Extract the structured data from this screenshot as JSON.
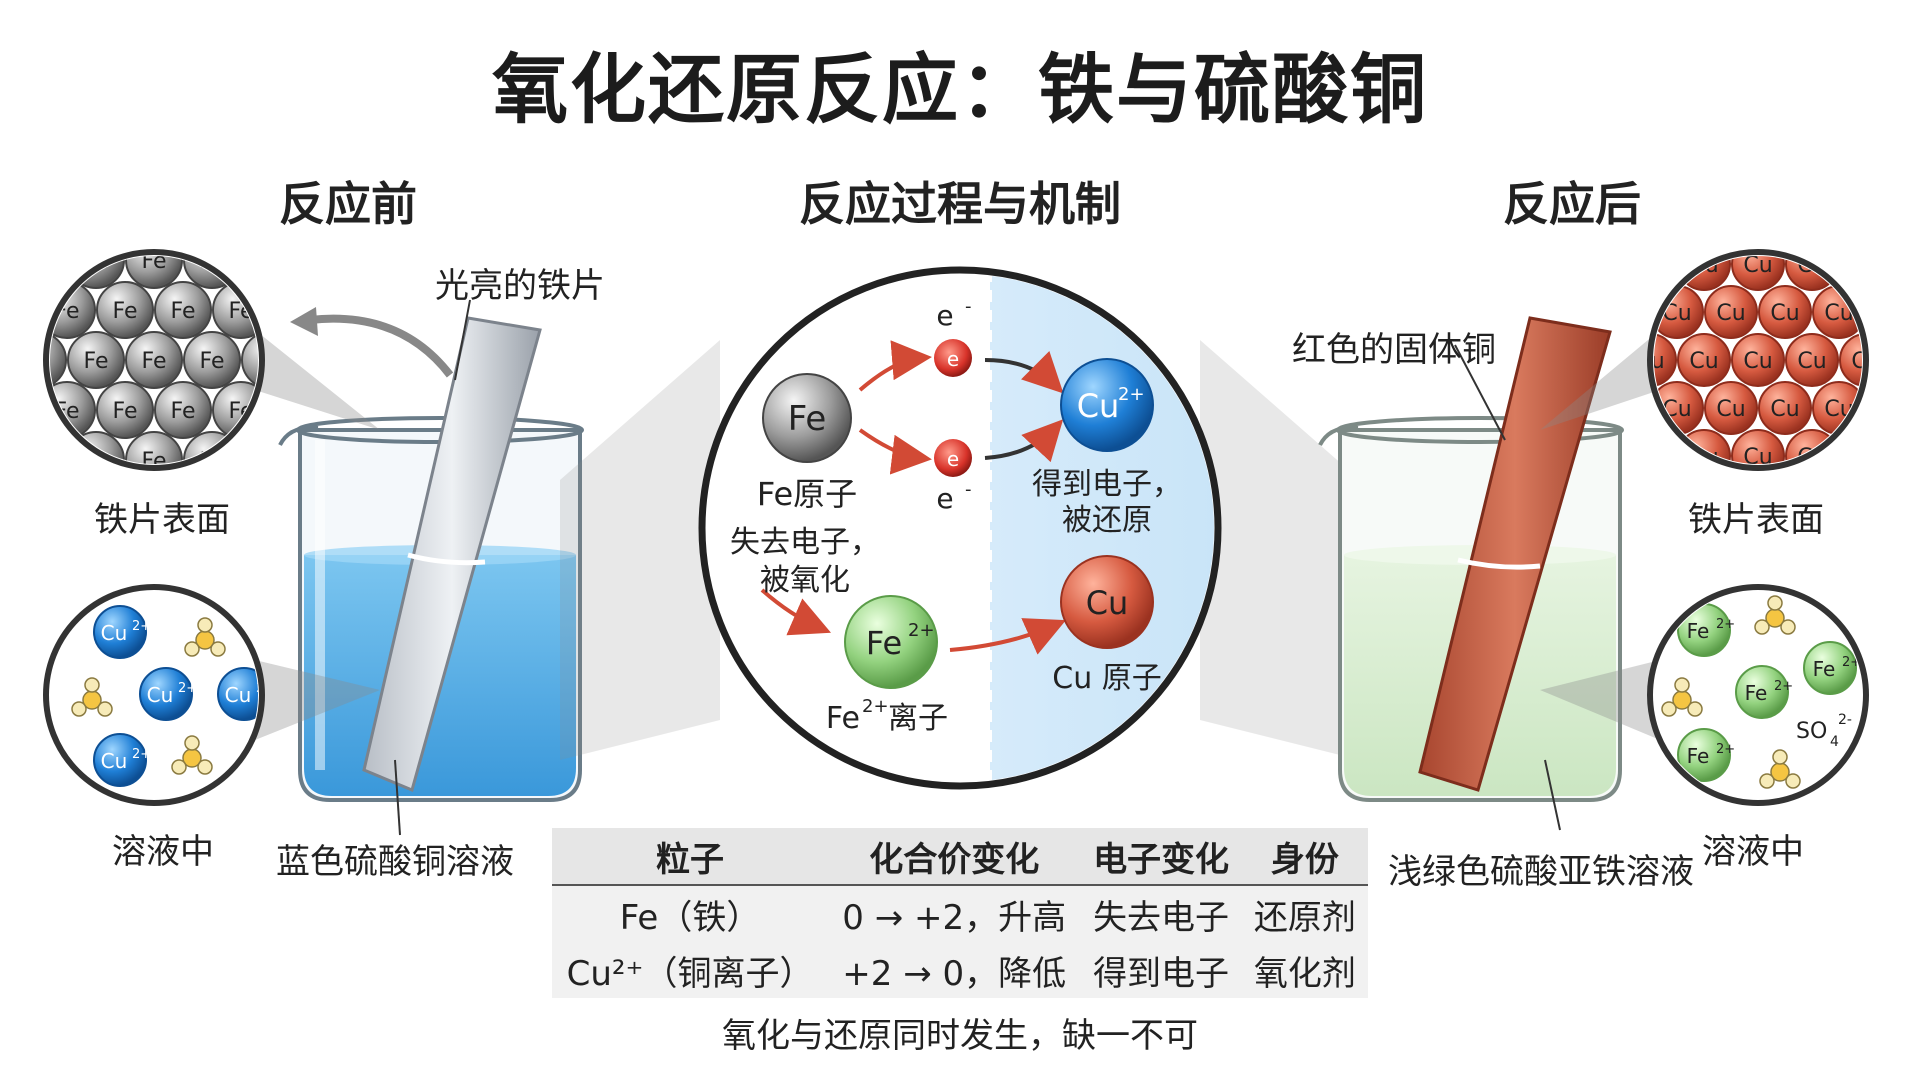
{
  "title": "氧化还原反应：铁与硫酸铜",
  "sections": {
    "before": "反应前",
    "process": "反应过程与机制",
    "after": "反应后"
  },
  "before": {
    "iron_strip_label": "光亮的铁片",
    "surface_label": "铁片表面",
    "solution_label": "溶液中",
    "beaker_label": "蓝色硫酸铜溶液",
    "surface_atom": "Fe",
    "ion_label": "Cu",
    "ion_charge": "2+"
  },
  "process": {
    "fe_atom": "Fe",
    "fe_atom_caption": "Fe原子",
    "electron": "e",
    "electron_sup": "-",
    "lose_electrons": [
      "失去电子，",
      "被氧化"
    ],
    "fe_ion": "Fe",
    "fe_ion_charge": "2+",
    "fe_ion_caption_main": "Fe",
    "fe_ion_caption_sup": "2+",
    "fe_ion_caption_tail": "离子",
    "cu_ion": "Cu",
    "cu_ion_charge": "2+",
    "gain_electrons": [
      "得到电子，",
      "被还原"
    ],
    "cu_atom": "Cu",
    "cu_atom_caption": "Cu 原子"
  },
  "after": {
    "copper_label": "红色的固体铜",
    "surface_label": "铁片表面",
    "solution_label": "溶液中",
    "beaker_label": "浅绿色硫酸亚铁溶液",
    "surface_atom": "Cu",
    "ion_label": "Fe",
    "ion_charge": "2+",
    "sulfate": "SO",
    "sulfate_sub": "4",
    "sulfate_sup": "2-"
  },
  "table": {
    "headers": [
      "粒子",
      "化合价变化",
      "电子变化",
      "身份"
    ],
    "rows": [
      [
        "Fe（铁）",
        "0 → +2，升高",
        "失去电子",
        "还原剂"
      ],
      [
        "Cu²⁺（铜离子）",
        "+2 → 0，降低",
        "得到电子",
        "氧化剂"
      ]
    ]
  },
  "footer": "氧化与还原同时发生，缺一不可",
  "colors": {
    "blue_solution": "#4aa8e0",
    "green_solution": "#dcefd6",
    "copper": "#c9654a",
    "cu_ion": "#1f7fd6",
    "fe_atom": "#9a9a9a",
    "fe_ion": "#8fd07c",
    "electron": "#d8332a",
    "arrow": "#d24a35"
  }
}
